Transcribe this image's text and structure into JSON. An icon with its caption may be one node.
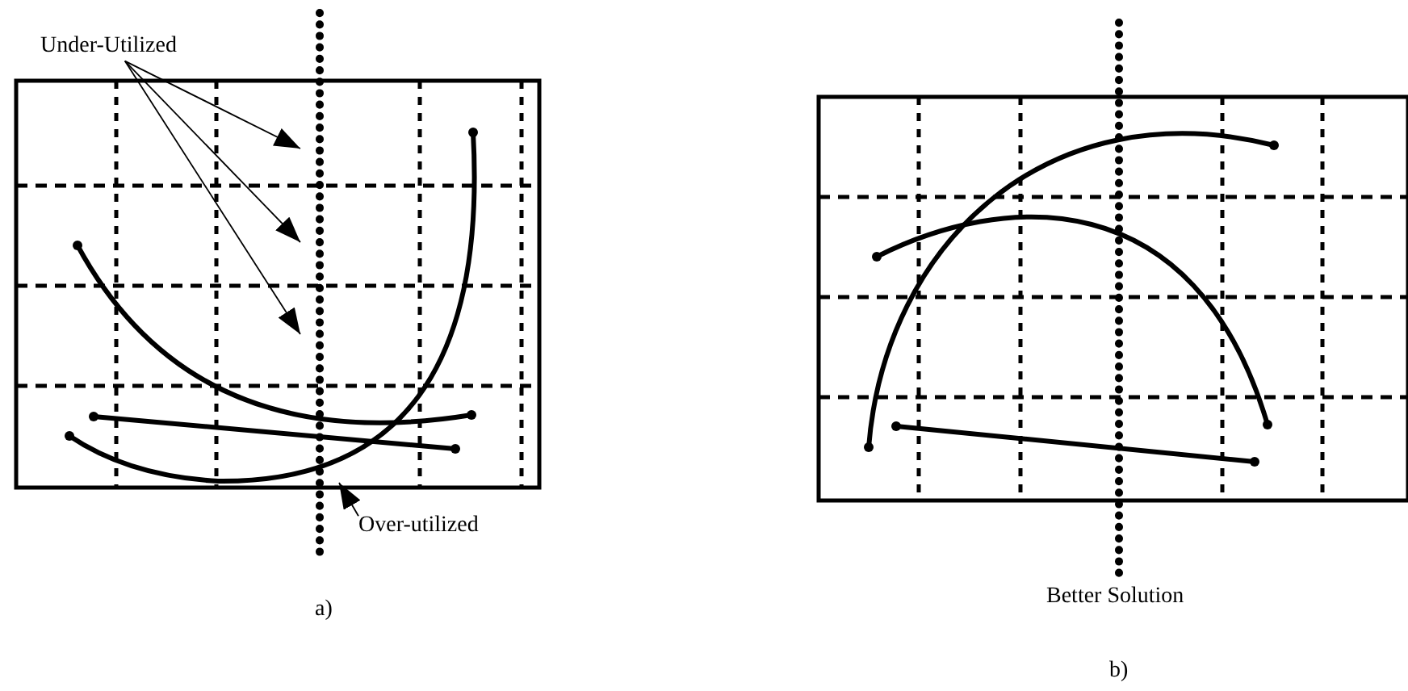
{
  "diagram": {
    "nodes": [
      {
        "text": [
          "Under-Utilized"
        ]
      },
      {
        "text": [
          "Over-utilized"
        ]
      }
    ],
    "edges": [
      {
        "from": 0,
        "to": null,
        "arrow": "to"
      },
      {
        "from": 0,
        "to": null,
        "arrow": "to"
      },
      {
        "from": 0,
        "to": null,
        "arrow": "to"
      },
      {
        "from": 1,
        "to": null,
        "arrow": "to"
      }
    ],
    "labels": [
      "Better Solution",
      "a)",
      "b)"
    ]
  }
}
